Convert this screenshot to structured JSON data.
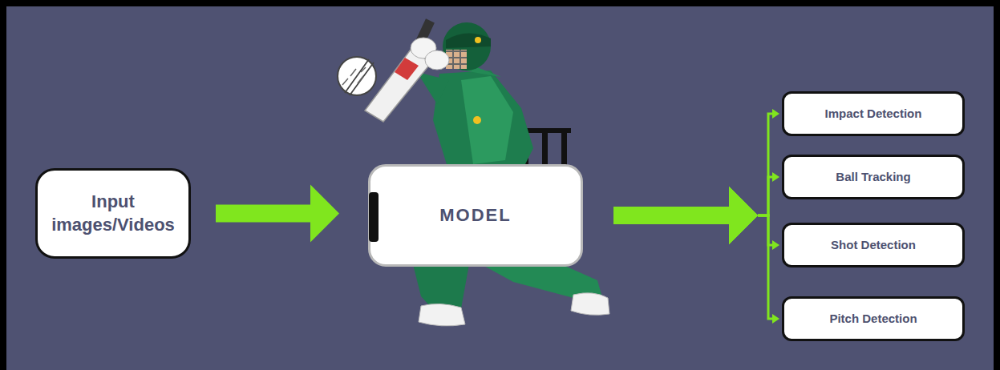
{
  "diagram": {
    "nodes": [
      {
        "text": [
          "Input images/Videos"
        ]
      },
      {
        "text": [
          "MODEL"
        ]
      },
      {
        "text": [
          "Impact Detection"
        ]
      },
      {
        "text": [
          "Ball Tracking"
        ]
      },
      {
        "text": [
          "Shot Detection"
        ]
      },
      {
        "text": [
          "Pitch Detection"
        ]
      }
    ],
    "edges": [
      {
        "from": 0,
        "to": 1,
        "arrow": "to"
      },
      {
        "from": 1,
        "to": 2,
        "arrow": "to"
      },
      {
        "from": 1,
        "to": 3,
        "arrow": "to"
      },
      {
        "from": 1,
        "to": 4,
        "arrow": "to"
      },
      {
        "from": 1,
        "to": 5,
        "arrow": "to"
      }
    ]
  }
}
